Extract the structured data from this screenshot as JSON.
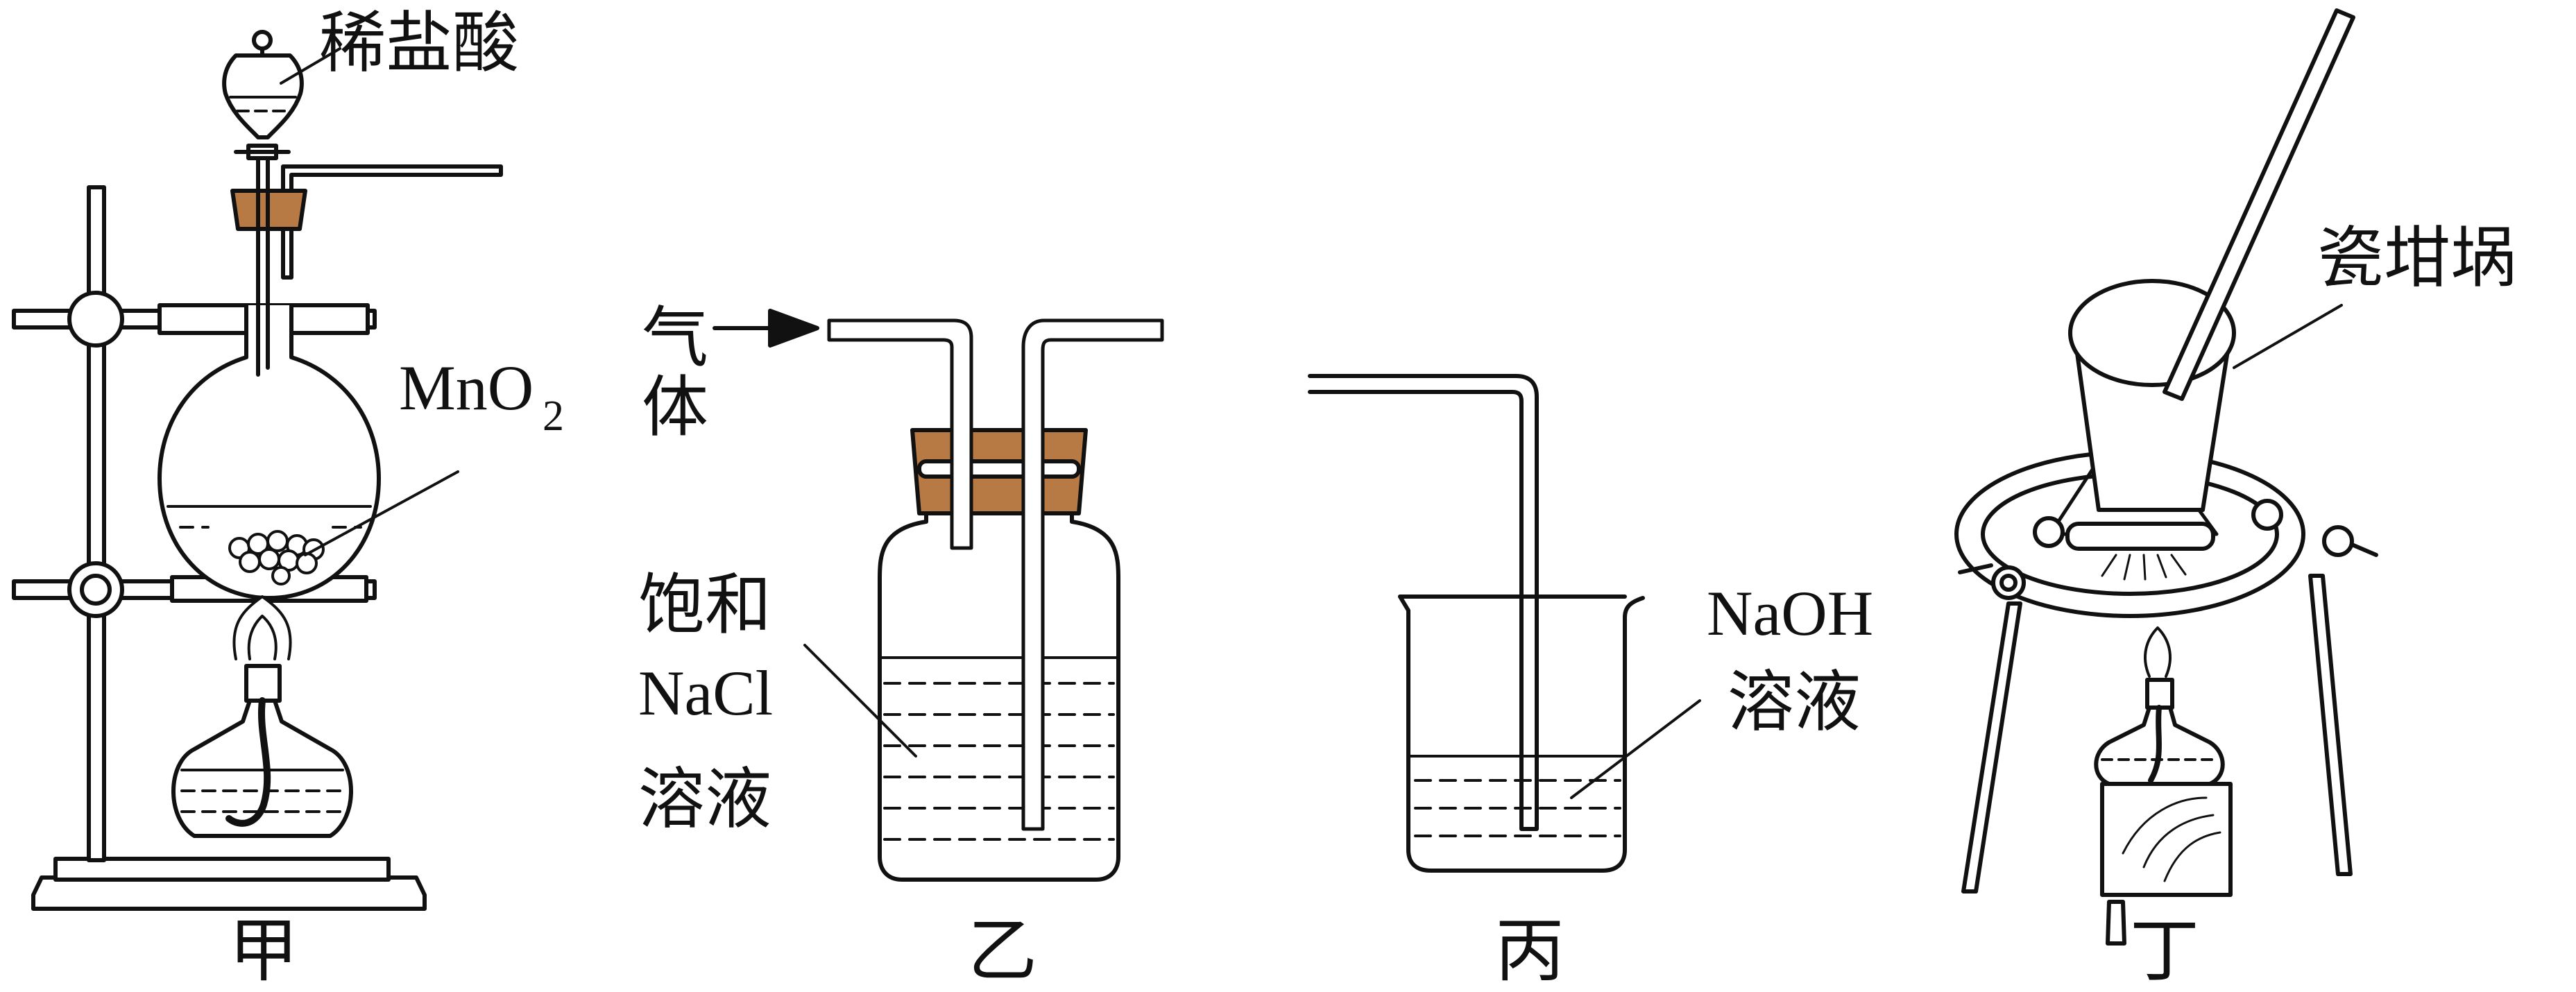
{
  "apparatus": [
    {
      "caption": "甲",
      "labels": {
        "funnel_acid": "稀盐酸",
        "solid": "MnO",
        "solid_sub": "2"
      }
    },
    {
      "caption": "乙",
      "labels": {
        "gas_1": "气",
        "gas_2": "体",
        "liquid_1": "饱和",
        "liquid_2": "NaCl",
        "liquid_3": "溶液"
      }
    },
    {
      "caption": "丙",
      "labels": {
        "liquid_1": "NaOH",
        "liquid_2": "溶液"
      }
    },
    {
      "caption": "丁",
      "labels": {
        "crucible": "瓷坩埚"
      }
    }
  ],
  "colors": {
    "line": "#111111",
    "stopper": "#b87a45",
    "background": "#ffffff"
  }
}
